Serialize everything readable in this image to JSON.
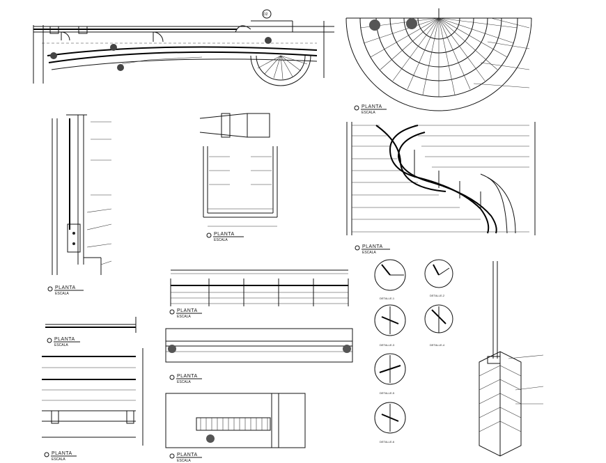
{
  "drawings": {
    "stair_plan": {
      "title": "PLANTA",
      "subtitle": "ESCALA"
    },
    "fan_plan": {
      "title": "PLANTA",
      "subtitle": "ESCALA"
    },
    "rail_section": {
      "title": "PLANTA",
      "subtitle": "ESCALA"
    },
    "channel_detail": {
      "title": "PLANTA",
      "subtitle": "ESCALA"
    },
    "stair_elevation": {
      "title": "PLANTA",
      "subtitle": "ESCALA"
    },
    "rail_elevation": {
      "title": "PLANTA",
      "subtitle": "ESCALA"
    },
    "rail_plan": {
      "title": "PLANTA",
      "subtitle": "ESCALA"
    },
    "grid_bottom_left": {
      "title": "PLANTA",
      "subtitle": "ESCALA"
    },
    "mid_small": {
      "title": "PLANTA",
      "subtitle": "ESCALA"
    },
    "bottom_center": {
      "title": "PLANTA",
      "subtitle": "ESCALA"
    }
  },
  "details": [
    {
      "label": "DETALLE-1"
    },
    {
      "label": "DETALLE-2"
    },
    {
      "label": "DETALLE-3"
    },
    {
      "label": "DETALLE-4"
    },
    {
      "label": "DETALLE-5"
    },
    {
      "label": "DETALLE-6"
    }
  ],
  "markers": {
    "section_mark": "D2"
  }
}
